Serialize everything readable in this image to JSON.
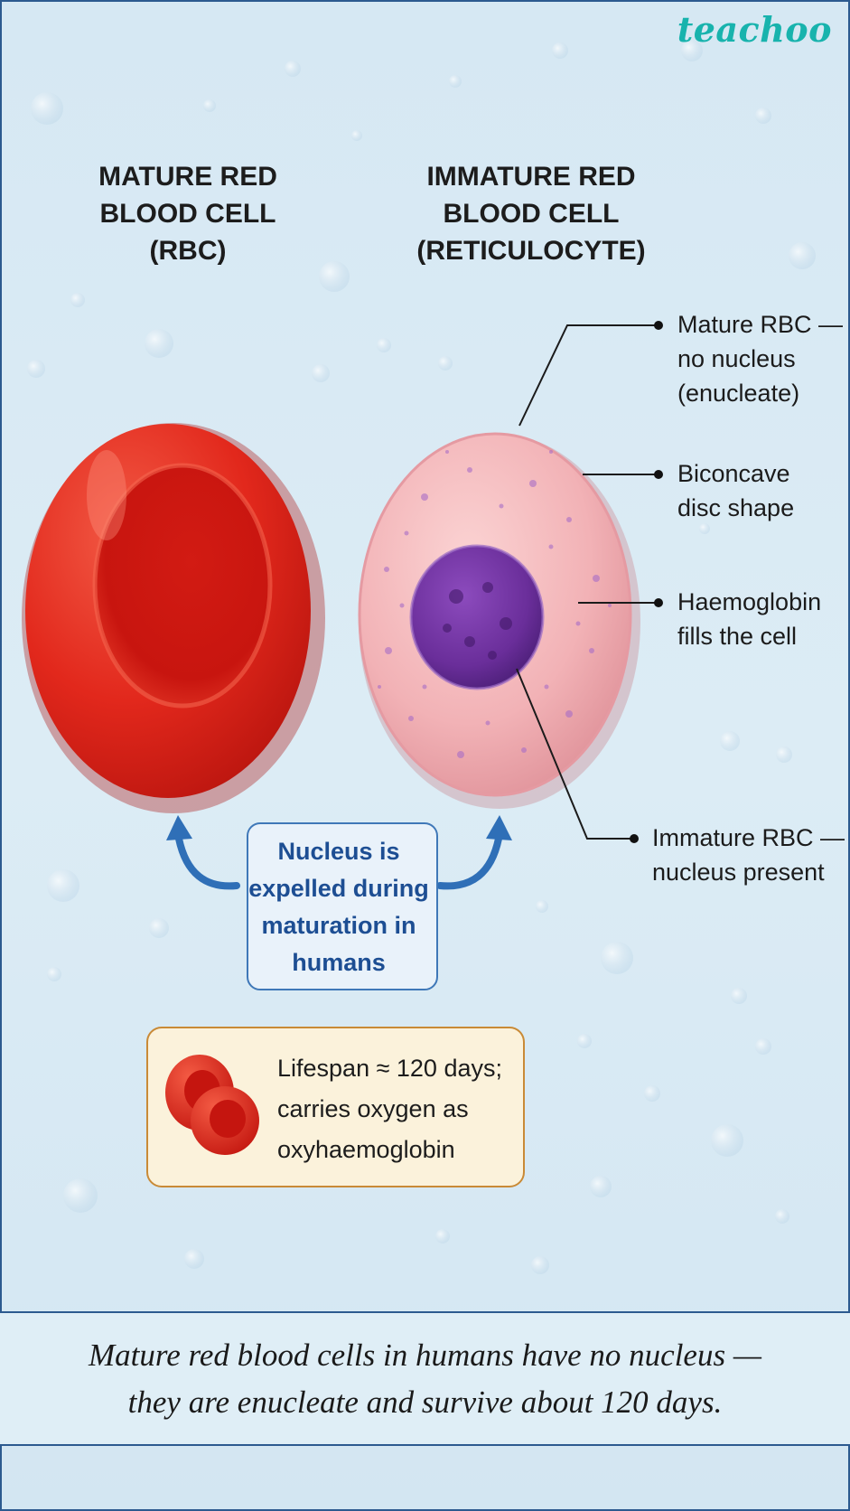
{
  "brand": "teachoo",
  "mature": {
    "title_lines": [
      "MATURE RED",
      "BLOOD CELL",
      "(RBC)"
    ]
  },
  "immature": {
    "title_lines": [
      "IMMATURE RED",
      "BLOOD CELL",
      "(RETICULOCYTE)"
    ]
  },
  "labels": [
    {
      "lines": [
        "Mature RBC —",
        "no nucleus",
        "(enucleate)"
      ]
    },
    {
      "lines": [
        "Biconcave",
        "disc shape"
      ]
    },
    {
      "lines": [
        "Haemoglobin",
        "fills the cell"
      ]
    },
    {
      "lines": [
        "Immature RBC —",
        "nucleus present"
      ]
    }
  ],
  "note": {
    "lines": [
      "Nucleus is",
      "expelled during",
      "maturation in",
      "humans"
    ]
  },
  "lifespan": {
    "lines": [
      "Lifespan ≈ 120 days;",
      "carries oxygen as",
      "oxyhaemoglobin"
    ]
  },
  "caption": {
    "lines": [
      "Mature red blood cells in humans have no nucleus —",
      "they are enucleate and survive about 120 days."
    ]
  },
  "colors": {
    "background": "#d9eaf4",
    "brand": "#18b3ad",
    "rbc_red": "#e0261c",
    "reticulocyte_pink": "#f2b7ba",
    "nucleus_purple": "#6a2e9a",
    "arrow_blue": "#2f6fb7",
    "frame_blue": "#2c5a8f",
    "lifespan_border": "#c98a36",
    "lifespan_fill": "#fbf2db"
  }
}
